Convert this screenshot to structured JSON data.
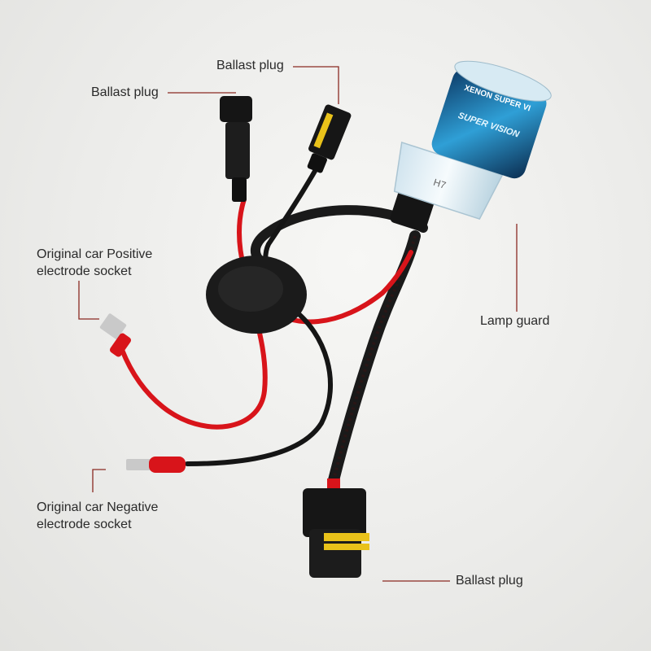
{
  "callouts": {
    "ballast_plug_top": "Ballast plug",
    "ballast_plug_left": "Ballast plug",
    "positive_socket": "Original car Positive\nelectrode socket",
    "negative_socket": "Original car Negative\nelectrode socket",
    "lamp_guard": "Lamp guard",
    "ballast_plug_bottom": "Ballast plug"
  },
  "bulb_print": {
    "brand_line_1": "XENON SUPER VI",
    "brand_line_2": "SUPER VISION",
    "model": "H7"
  },
  "colors": {
    "leader_line": "#8a2a22",
    "wire_red": "#d8141a",
    "wire_black": "#151515",
    "connector_yellow": "#e9c21a",
    "glass_blue": "#3aa6d6"
  }
}
